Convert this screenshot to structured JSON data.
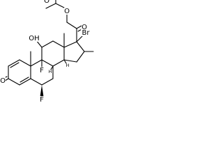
{
  "molecule": {
    "atoms": {
      "o_carbonyl_acetyl": "O",
      "o_acetyl_ester": "O",
      "o_ketone_c20": "O",
      "bromine": "Br",
      "hydroxyl": "OH",
      "hydroxyl_h": "H",
      "fluorine_c9": "F",
      "fluorine_c6": "F",
      "o_ketone_c3": "O",
      "h_c8": "H",
      "h_c14": "H"
    }
  },
  "colors": {
    "ink": "#000000",
    "background": "#ffffff"
  }
}
